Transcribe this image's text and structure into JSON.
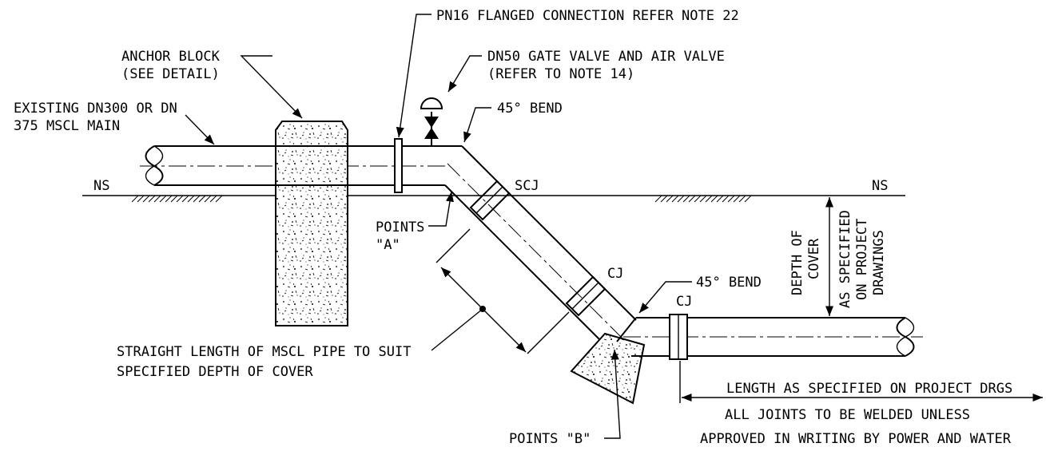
{
  "labels": {
    "pn16": "PN16 FLANGED CONNECTION REFER NOTE 22",
    "dn50_line1": "DN50 GATE VALVE AND AIR VALVE",
    "dn50_line2": "(REFER TO NOTE 14)",
    "anchor_line1": "ANCHOR BLOCK",
    "anchor_line2": "(SEE DETAIL)",
    "existing_line1": "EXISTING DN300 OR DN",
    "existing_line2": "375 MSCL MAIN",
    "bend_top": "45° BEND",
    "bend_bottom": "45° BEND",
    "ns_left": "NS",
    "ns_right": "NS",
    "scj": "SCJ",
    "cj_mid": "CJ",
    "cj_right": "CJ",
    "points_a_line1": "POINTS",
    "points_a_line2": "\"A\"",
    "points_b": "POINTS \"B\"",
    "straight_line1": "STRAIGHT LENGTH OF MSCL PIPE TO SUIT",
    "straight_line2": "SPECIFIED DEPTH OF COVER",
    "depth_line1": "DEPTH OF",
    "depth_line2": "COVER",
    "spec_line1": "AS SPECIFIED",
    "spec_line2": "ON PROJECT",
    "spec_line3": "DRAWINGS",
    "length": "LENGTH AS SPECIFIED ON PROJECT DRGS",
    "joints_line1": "ALL JOINTS TO BE WELDED UNLESS",
    "joints_line2": "APPROVED IN WRITING BY POWER AND WATER"
  }
}
